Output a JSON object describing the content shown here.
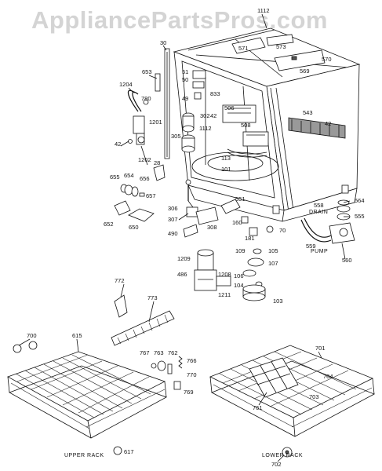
{
  "watermark": "AppliancePartsPros.com",
  "captions": {
    "upper_rack": "UPPER RACK",
    "lower_rack": "LOWER RACK",
    "drain": "DRAIN",
    "pump": "PUMP"
  },
  "parts": [
    "1112",
    "30",
    "571",
    "573",
    "570",
    "569",
    "653",
    "51",
    "50",
    "49",
    "833",
    "1204",
    "780",
    "1201",
    "1202",
    "42",
    "506",
    "302",
    "305",
    "42b",
    "1112b",
    "508",
    "113",
    "101",
    "543",
    "42c",
    "28",
    "655",
    "654",
    "656",
    "657",
    "652",
    "650",
    "306",
    "307",
    "308",
    "490",
    "551",
    "160",
    "181",
    "70",
    "564",
    "558",
    "555",
    "559",
    "560",
    "109",
    "105",
    "107",
    "106",
    "104",
    "103",
    "1209",
    "486",
    "1208",
    "1211",
    "772",
    "773",
    "700",
    "615",
    "767",
    "763",
    "762",
    "766",
    "770",
    "769",
    "617",
    "701",
    "704",
    "703",
    "761",
    "702"
  ]
}
